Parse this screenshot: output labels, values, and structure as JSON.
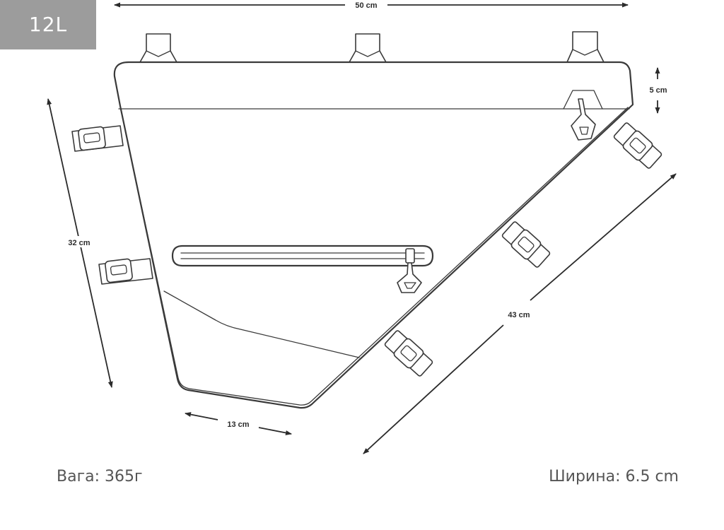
{
  "badge": {
    "volume": "12L"
  },
  "dimensions": {
    "top_width": "50 cm",
    "top_height": "5 cm",
    "left_height": "32 cm",
    "bottom_width": "13 cm",
    "diagonal_length": "43 cm"
  },
  "footer": {
    "weight": "Вага: 365г",
    "width": "Ширина: 6.5 cm"
  },
  "colors": {
    "badge_bg": "#9c9c9c",
    "line": "#3a3a3a",
    "text": "#2b2b2b"
  }
}
